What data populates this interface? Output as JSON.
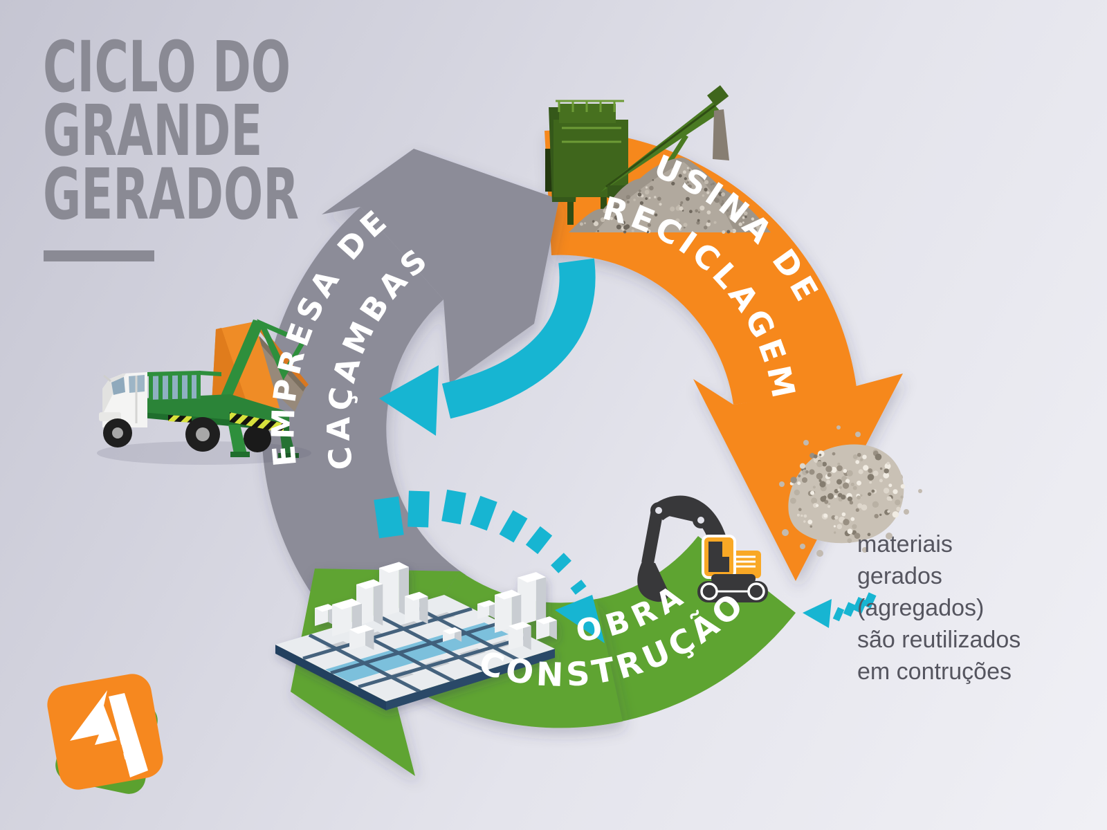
{
  "title": {
    "lines": [
      "CICLO DO",
      "GRANDE",
      "GERADOR"
    ]
  },
  "cycle": {
    "steps": [
      {
        "name": "empresa-de-cacambas",
        "line1": "EMPRESA DE",
        "line2": "CAÇAMBAS",
        "color": "#8c8c98"
      },
      {
        "name": "usina-de-reciclagem",
        "line1": "USINA DE",
        "line2": "RECICLAGEM",
        "color": "#f6881f"
      },
      {
        "name": "obra-construcao",
        "line1": "OBRA",
        "line2": "CONSTRUÇÃO",
        "color": "#5ea431"
      }
    ],
    "flow_arrow_color": "#17b5d2"
  },
  "note": {
    "lines": [
      "materiais",
      "gerados",
      "(agregados)",
      "são reutilizados",
      "em contruções"
    ]
  },
  "colors": {
    "background_start": "#c5c5d2",
    "background_end": "#f0f0f5",
    "title_gray": "#8a8a94",
    "note_gray": "#55555f",
    "label_white": "#ffffff",
    "logo_orange": "#f6881f",
    "logo_green": "#5ba12f"
  },
  "illustrations": [
    {
      "name": "recycling-plant-machine"
    },
    {
      "name": "skip-loader-truck"
    },
    {
      "name": "aggregate-pile"
    },
    {
      "name": "excavator-icon"
    },
    {
      "name": "construction-city-3d-model"
    },
    {
      "name": "company-logo"
    }
  ]
}
